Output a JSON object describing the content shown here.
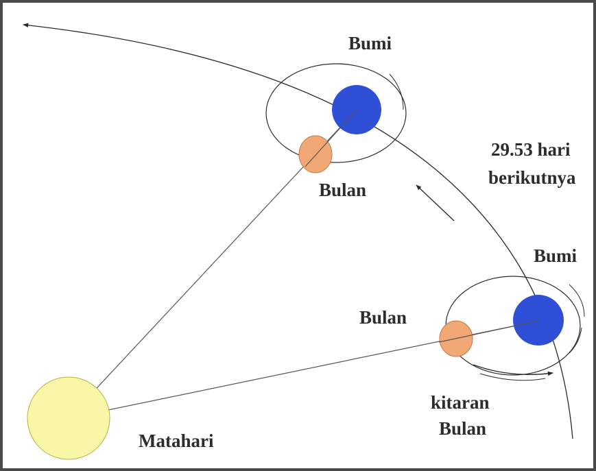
{
  "labels": {
    "earth_top": "Bumi",
    "moon_top": "Bulan",
    "period_line1": "29.53 hari",
    "period_line2": "berikutnya",
    "earth_bottom": "Bumi",
    "moon_bottom": "Bulan",
    "orbit_line1": "kitaran",
    "orbit_line2": "Bulan",
    "sun": "Matahari"
  },
  "colors": {
    "earth": "#2f4fd6",
    "moon": "#f2a874",
    "sun": "#f8f7a8",
    "line": "#2a2a2a",
    "frame": "#4a4a4a"
  }
}
